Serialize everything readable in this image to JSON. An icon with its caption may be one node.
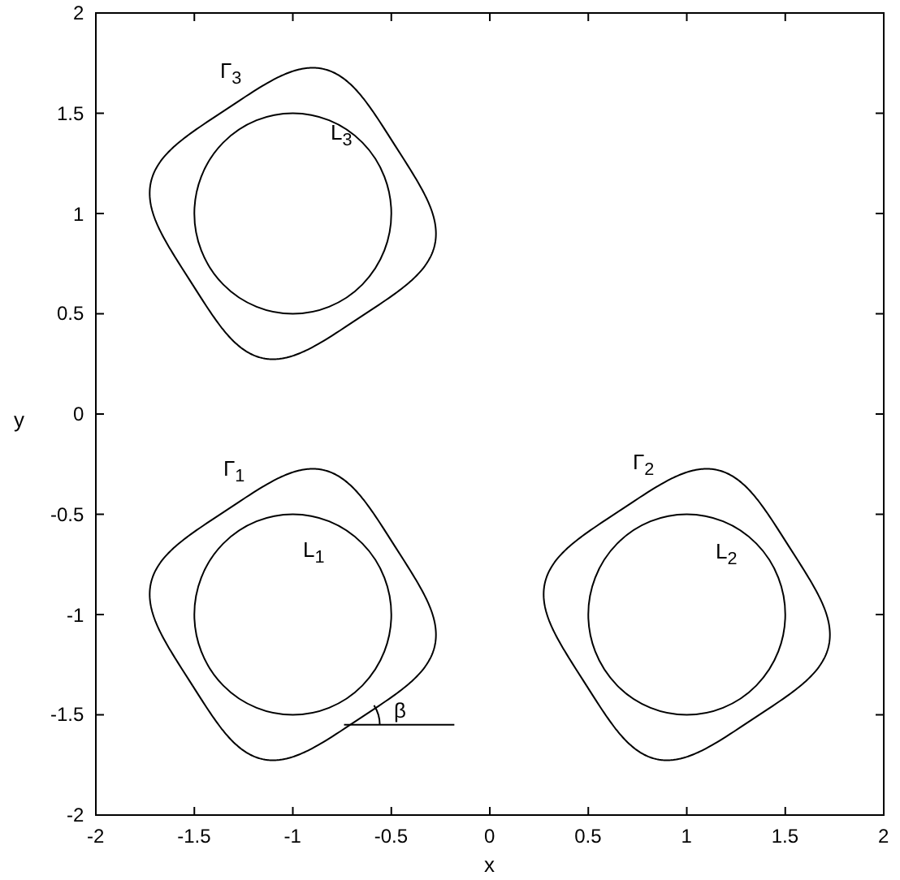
{
  "diagram": {
    "labels": [
      "2",
      "1.5",
      "1",
      "0.5",
      "0",
      "-0.5",
      "-1",
      "-1.5",
      "-2",
      "-2",
      "-1.5",
      "-1",
      "-0.5",
      "0",
      "0.5",
      "1",
      "1.5",
      "2",
      "x",
      "y",
      "Γ$_{3}$",
      "L$_{3}$",
      "Γ$_{1}$",
      "L$_{1}$",
      "Γ$_{2}$",
      "L$_{2}$",
      "β"
    ]
  }
}
